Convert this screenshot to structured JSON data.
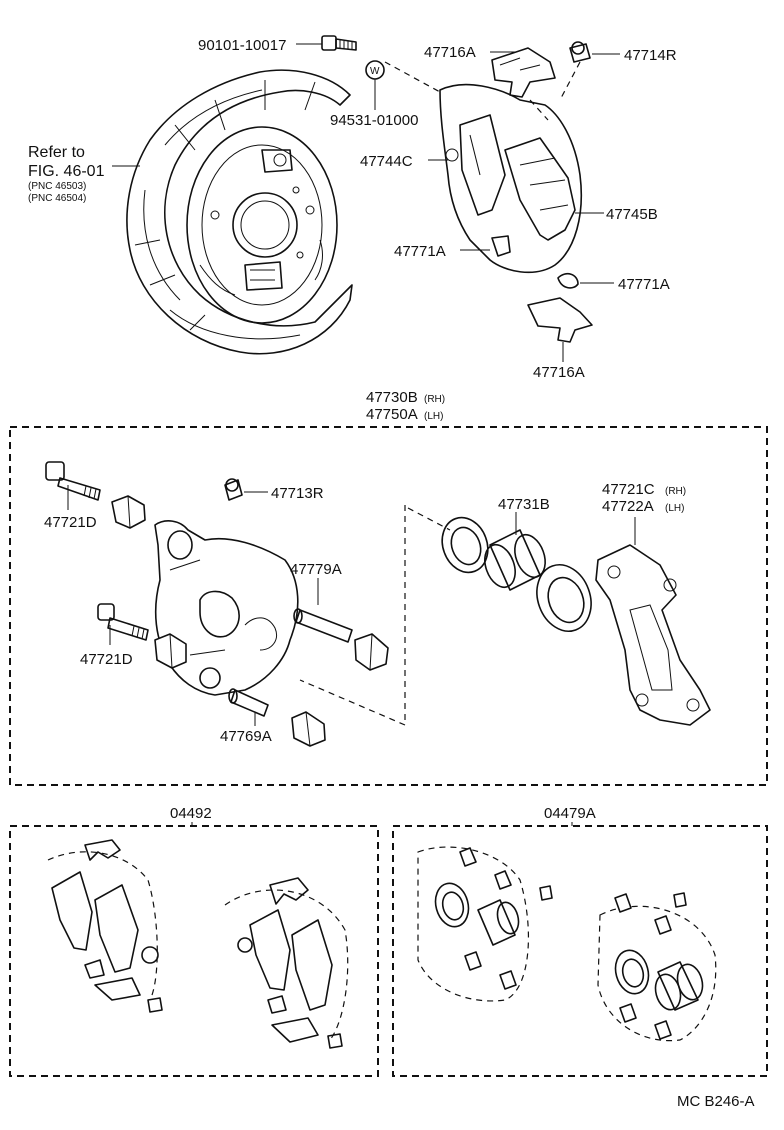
{
  "labels": {
    "p90101": "90101-10017",
    "p47716A_top": "47716A",
    "p47714R": "47714R",
    "p94531": "94531-01000",
    "refer_to": "Refer to",
    "fig": "FIG. 46-01",
    "pnc1": "(PNC 46503)",
    "pnc2": "(PNC 46504)",
    "p47744C": "47744C",
    "p47745B": "47745B",
    "p47771A_left": "47771A",
    "p47771A_right": "47771A",
    "p47716A_bottom": "47716A",
    "p47730B": "47730B",
    "rh1": "(RH)",
    "p47750A": "47750A",
    "lh1": "(LH)",
    "p47721D_top": "47721D",
    "p47713R": "47713R",
    "p47731B": "47731B",
    "p47721C": "47721C",
    "rh2": "(RH)",
    "p47722A": "47722A",
    "lh2": "(LH)",
    "p47779A": "47779A",
    "p47721D_bottom": "47721D",
    "p47769A": "47769A",
    "kit_pads": "04492",
    "kit_seals": "04479A",
    "washer_mark": "W",
    "drawing_code": "MC  B246-A"
  }
}
